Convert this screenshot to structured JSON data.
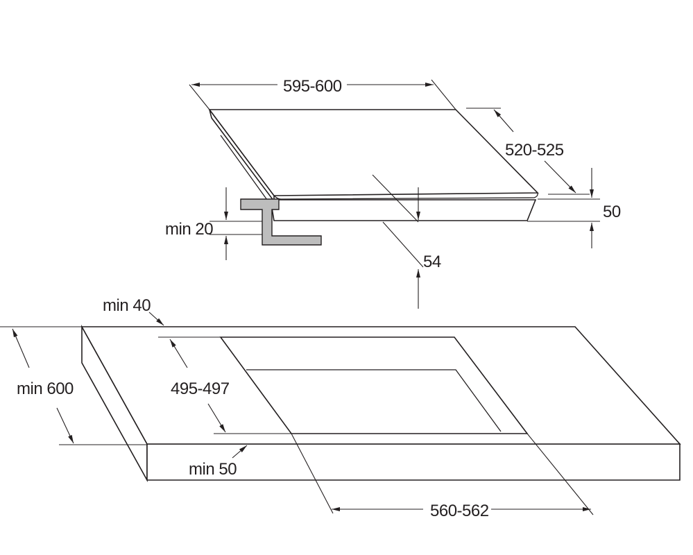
{
  "labels": {
    "hob_width": "595-600",
    "hob_depth": "520-525",
    "hob_height": "50",
    "bracket_clearance": "min 20",
    "built_in_depth": "54",
    "back_distance": "min 40",
    "worktop_depth": "min 600",
    "cutout_depth": "495-497",
    "front_distance": "min 50",
    "cutout_width": "560-562"
  },
  "colors": {
    "line": "#231f20",
    "bracket_fill": "#bdbdbd"
  }
}
